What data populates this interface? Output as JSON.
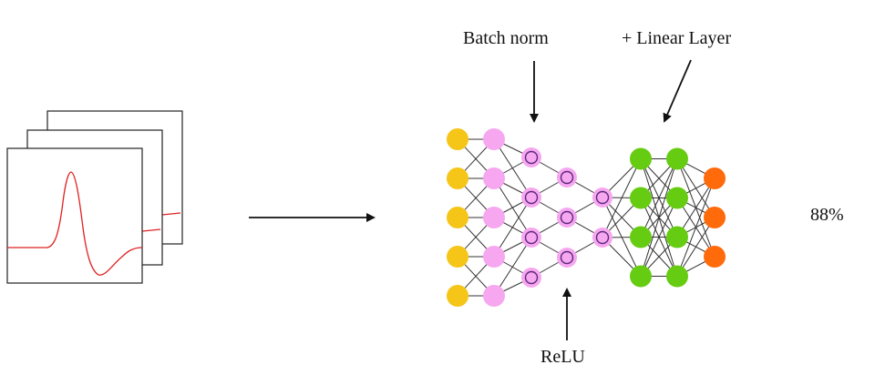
{
  "diagram": {
    "labels": {
      "batch_norm": "Batch norm",
      "linear_layer": "+ Linear Layer",
      "relu": "ReLU",
      "result": "88%"
    },
    "colors": {
      "input_node": "#f5c518",
      "batchnorm_node": "#f7a6f0",
      "relu_node": "#f7a6f0",
      "relu_ring": "#5a2a7a",
      "linear_node": "#66cc11",
      "output_node": "#ff6a0a",
      "edge": "#333333",
      "signal": "#e02020",
      "frame": "#222222",
      "arrow": "#111111"
    },
    "network": {
      "layers": [
        {
          "kind": "input",
          "count": 5
        },
        {
          "kind": "batchnorm",
          "count": 5
        },
        {
          "kind": "relu",
          "count": 4
        },
        {
          "kind": "relu",
          "count": 3
        },
        {
          "kind": "relu",
          "count": 2
        },
        {
          "kind": "linear",
          "count": 4
        },
        {
          "kind": "linear",
          "count": 4
        },
        {
          "kind": "output",
          "count": 3
        }
      ]
    }
  }
}
